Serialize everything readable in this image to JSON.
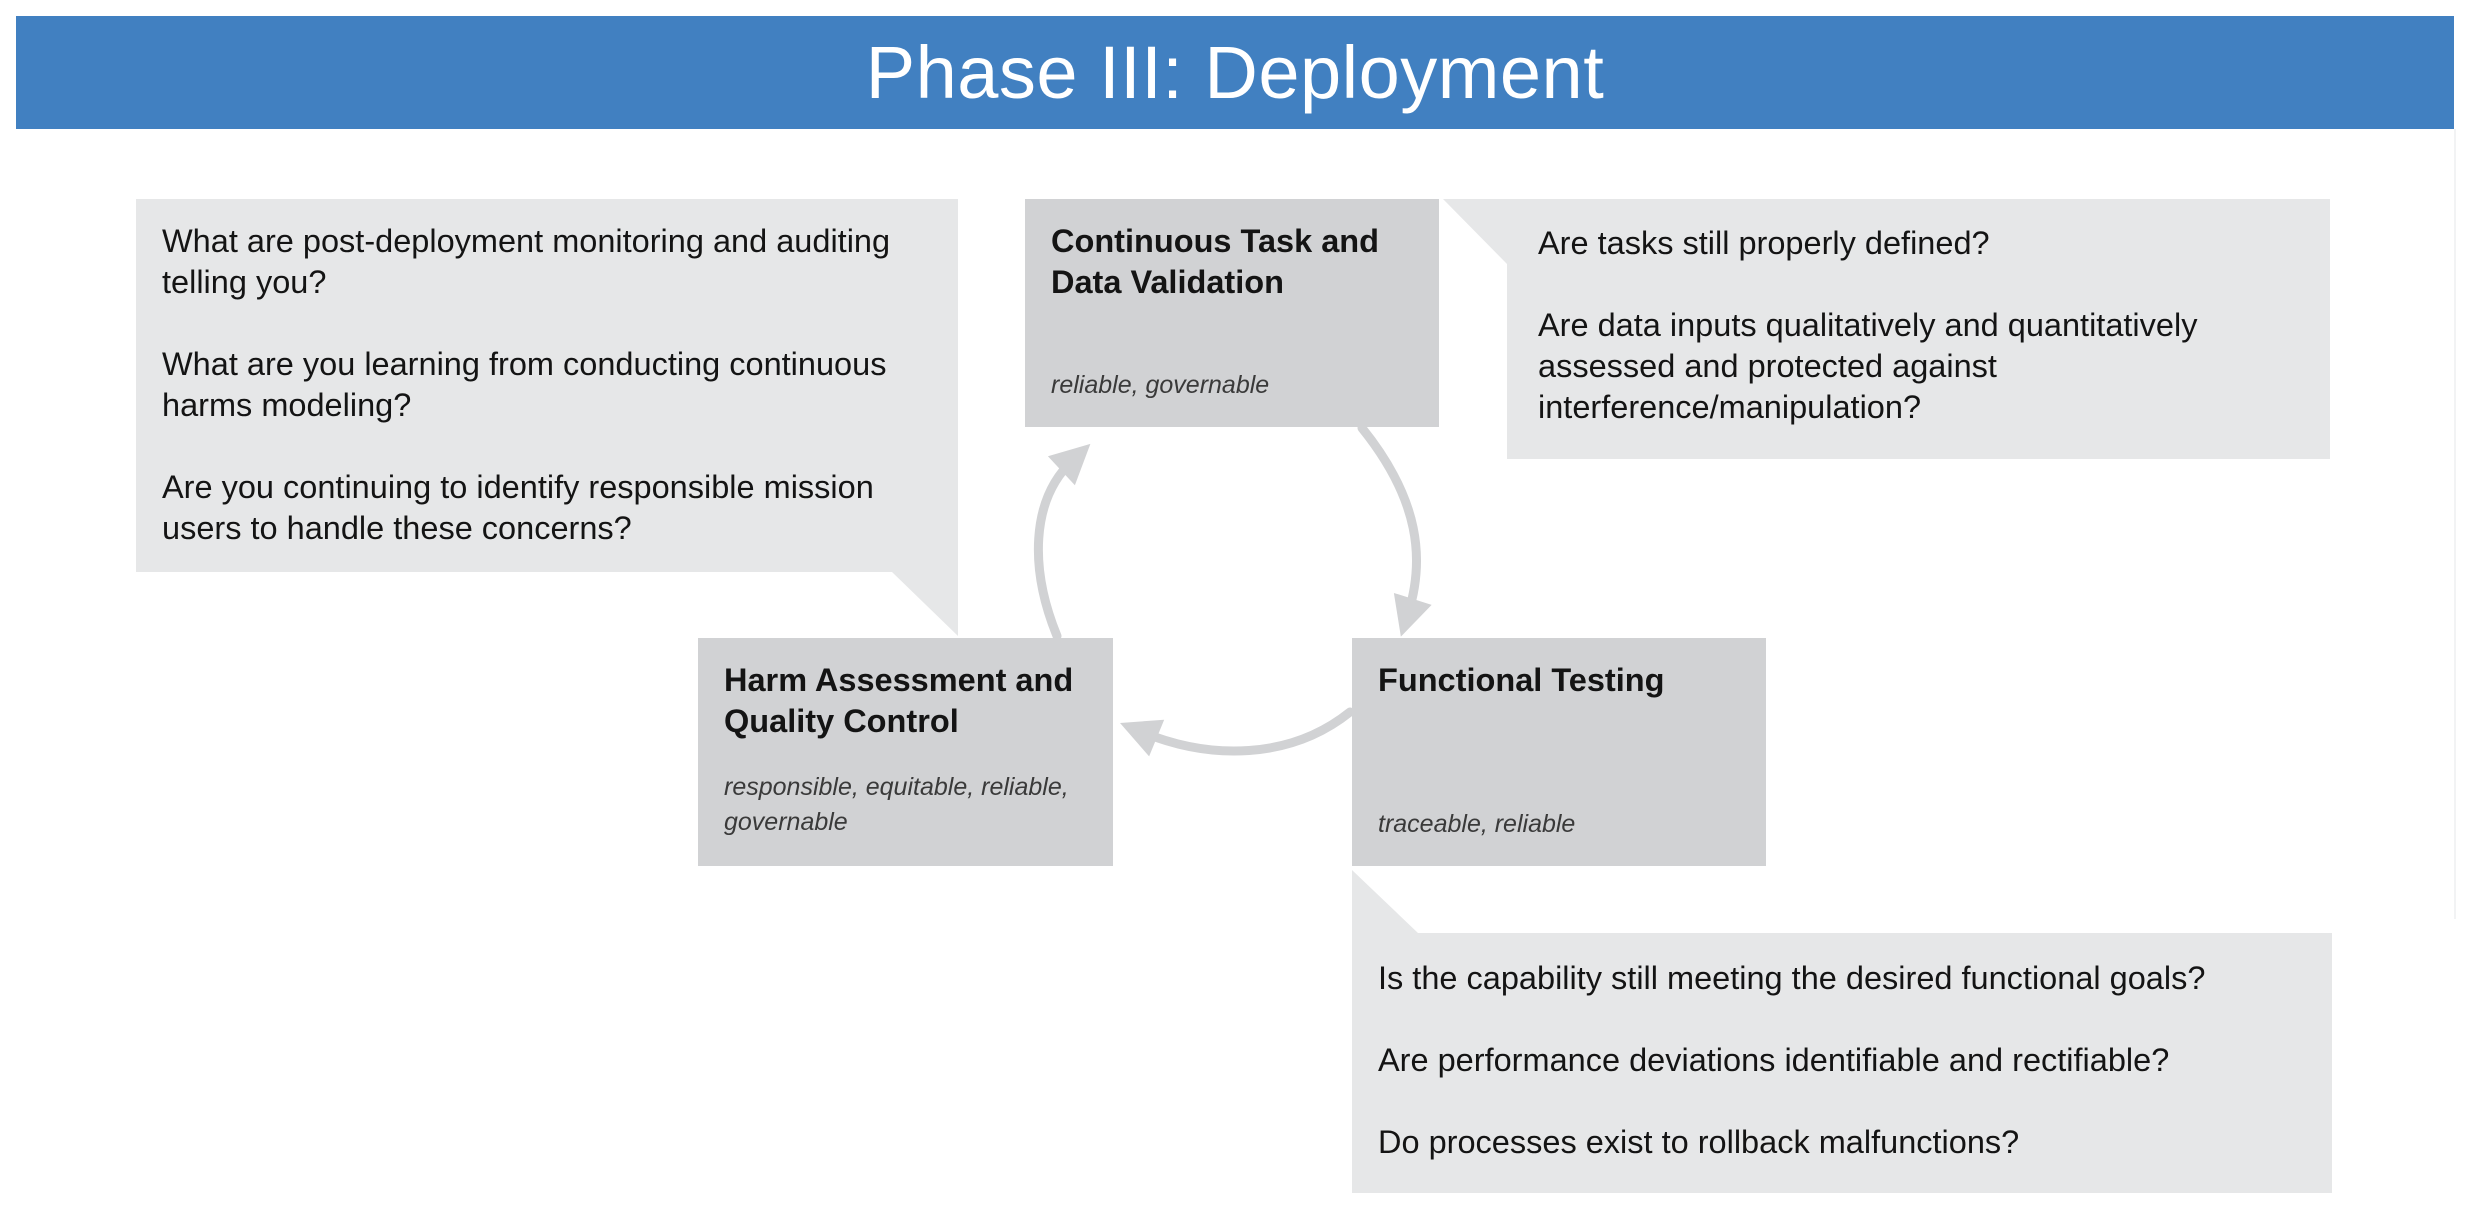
{
  "header": {
    "title": "Phase III: Deployment"
  },
  "colors": {
    "banner": "#4180c1",
    "callout": "#e6e7e8",
    "stage_box": "#d1d2d4",
    "cycle_arrow": "#d1d2d4",
    "text": "#141414"
  },
  "stages": {
    "validation": {
      "title_line1": "Continuous Task and",
      "title_line2": "Data Validation",
      "tags": "reliable, governable"
    },
    "testing": {
      "title_line1": "Functional Testing",
      "tags": "traceable, reliable"
    },
    "harm": {
      "title_line1": "Harm Assessment and",
      "title_line2": "Quality Control",
      "tags_line1": "responsible, equitable, reliable,",
      "tags_line2": "governable"
    }
  },
  "callouts": {
    "harm": {
      "q1_line1": "What are post-deployment monitoring and auditing",
      "q1_line2": "telling you?",
      "q2_line1": "What are you learning from conducting continuous",
      "q2_line2": "harms modeling?",
      "q3_line1": "Are you continuing to identify responsible mission",
      "q3_line2": "users to handle these concerns?"
    },
    "validation": {
      "q1_line1": "Are tasks still properly defined?",
      "q2_line1": "Are data inputs qualitatively and  quantitatively",
      "q2_line2": "assessed and protected against",
      "q2_line3": "interference/manipulation?"
    },
    "testing": {
      "q1_line1": "Is the capability still meeting the desired functional goals?",
      "q2_line1": "Are performance deviations identifiable and rectifiable?",
      "q3_line1": "Do processes exist to rollback malfunctions?"
    }
  }
}
